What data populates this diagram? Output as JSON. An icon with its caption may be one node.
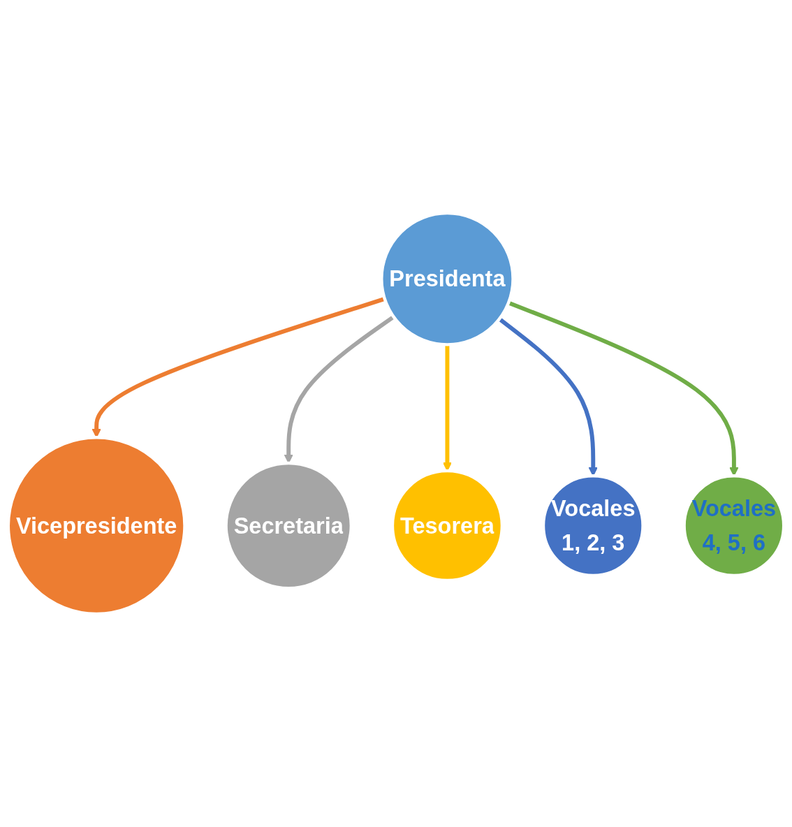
{
  "diagram": {
    "nodes": [
      {
        "text": [
          "Presidenta"
        ]
      },
      {
        "text": [
          "Vicepresidente"
        ]
      },
      {
        "text": [
          "Secretaria"
        ]
      },
      {
        "text": [
          "Tesorera"
        ]
      },
      {
        "text": [
          "Vocales",
          "1, 2, 3"
        ]
      },
      {
        "text": [
          "Vocales",
          "4, 5, 6"
        ]
      }
    ],
    "edges": [
      {
        "from": 0,
        "to": 1,
        "arrow": "to",
        "color": "#ed7d31"
      },
      {
        "from": 0,
        "to": 2,
        "arrow": "to",
        "color": "#a5a5a5"
      },
      {
        "from": 0,
        "to": 3,
        "arrow": "to",
        "color": "#ffc000"
      },
      {
        "from": 0,
        "to": 4,
        "arrow": "to",
        "color": "#4472c4"
      },
      {
        "from": 0,
        "to": 5,
        "arrow": "to",
        "color": "#70ad47"
      }
    ]
  }
}
